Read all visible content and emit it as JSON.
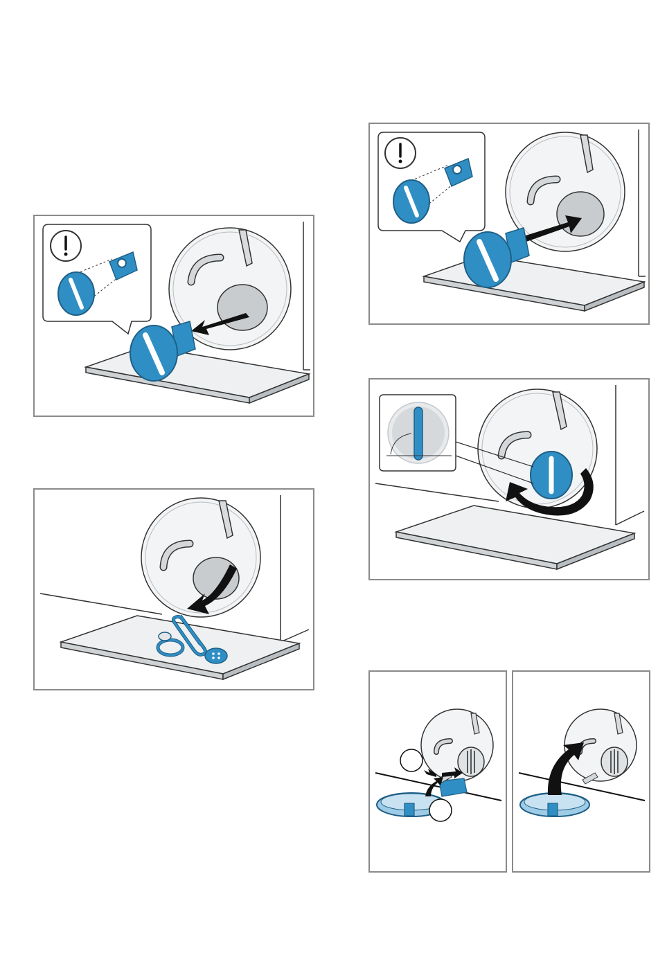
{
  "colors": {
    "accent_blue": "#2f8fc4",
    "accent_blue_dark": "#1f5f86",
    "accent_blue_light": "#9ecbe6",
    "frame_gray": "#8a8a8a",
    "line_dark": "#333333",
    "drum_gray": "#c9cccf"
  },
  "illustrations": [
    {
      "id": "remove-filter",
      "icons": [
        "warning-icon",
        "pump-filter-icon",
        "arrow-left-icon"
      ]
    },
    {
      "id": "clean-foreign-objects",
      "icons": [
        "paper-clip-icon",
        "ring-icon",
        "button-icon",
        "arrow-down-icon"
      ]
    },
    {
      "id": "insert-filter",
      "icons": [
        "warning-icon",
        "pump-filter-icon",
        "arrow-right-icon"
      ]
    },
    {
      "id": "screw-in-filter",
      "icons": [
        "rotate-arrow-icon",
        "handle-vertical-icon"
      ]
    },
    {
      "id": "close-cover-step",
      "icons": [
        "hook-icon",
        "arrow-icon"
      ]
    },
    {
      "id": "close-cover-lift",
      "icons": [
        "arrow-up-icon"
      ]
    }
  ]
}
